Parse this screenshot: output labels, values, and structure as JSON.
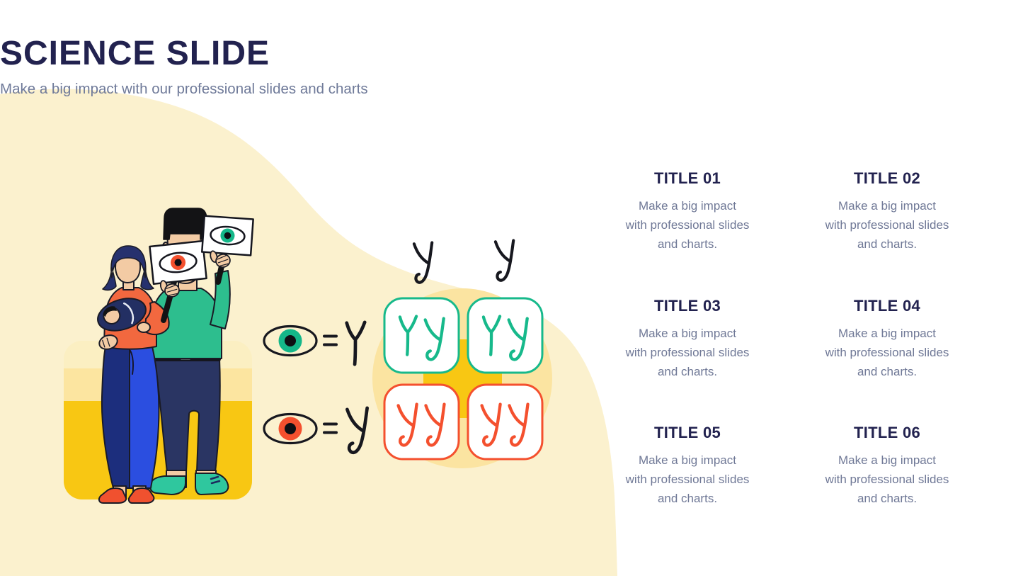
{
  "slide": {
    "title": "SCIENCE SLIDE",
    "subtitle": "Make a big impact with our professional slides and charts"
  },
  "info_blocks": [
    {
      "title": "TITLE 01",
      "body": "Make a big impact\nwith professional slides\nand charts."
    },
    {
      "title": "TITLE 02",
      "body": "Make a big impact\nwith professional slides\nand charts."
    },
    {
      "title": "TITLE 03",
      "body": "Make a big impact\nwith professional slides\nand charts."
    },
    {
      "title": "TITLE 04",
      "body": "Make a big impact\nwith professional slides\nand charts."
    },
    {
      "title": "TITLE 05",
      "body": "Make a big impact\nwith professional slides\nand charts."
    },
    {
      "title": "TITLE 06",
      "body": "Make a big impact\nwith professional slides\nand charts."
    }
  ],
  "diagram": {
    "type": "punnett_square",
    "column_alleles": [
      "y",
      "y"
    ],
    "legend": [
      {
        "eye": "green eye",
        "allele": "Y",
        "iris_color": "#14b789"
      },
      {
        "eye": "orange eye",
        "allele": "y",
        "iris_color": "#f4502e"
      }
    ],
    "cells": [
      {
        "genotype": "Yy",
        "color": "#17b98b"
      },
      {
        "genotype": "Yy",
        "color": "#17b98b"
      },
      {
        "genotype": "yy",
        "color": "#f4502e"
      },
      {
        "genotype": "yy",
        "color": "#f4502e"
      }
    ],
    "ink_color": "#17181f"
  },
  "illustration": {
    "description": "Two parents holding eye-color signs, mother carrying a baby",
    "signs": [
      {
        "iris_color": "#f4502e"
      },
      {
        "iris_color": "#14b789"
      }
    ],
    "palette": {
      "cream": "#fbf1ce",
      "sun_yellow": "#f8c713",
      "soft_yellow": "#fbe4a1",
      "band_light": "#fbefc2",
      "band_mid": "#fce5a0",
      "green_sweater": "#2dbe8e",
      "orange_sweater": "#f2683f",
      "skin": "#f3cba4",
      "navy_hair": "#26316e",
      "bright_blue": "#2b4ee0",
      "dark_navy": "#1c2e7d",
      "man_pants": "#2a3563",
      "red_shoe": "#f0512f",
      "teal_shoe": "#2fc79e",
      "outline": "#1a1b26"
    }
  },
  "colors": {
    "title_text": "#22224f",
    "body_text": "#6f7896",
    "background": "#ffffff"
  }
}
